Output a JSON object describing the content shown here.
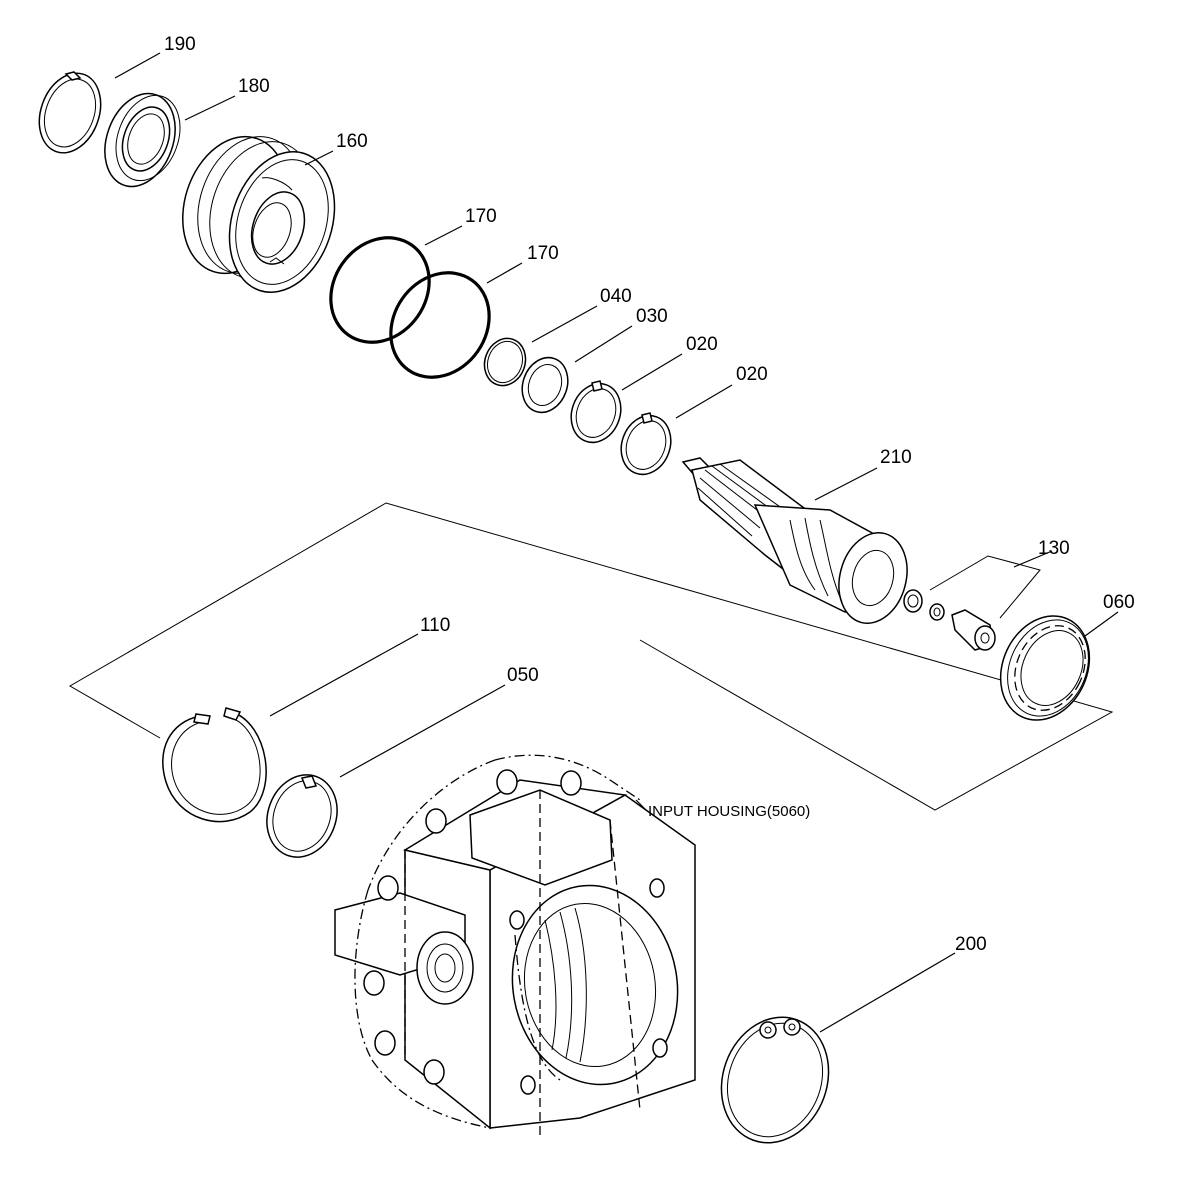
{
  "diagram": {
    "callouts": {
      "c190": "190",
      "c180": "180",
      "c160": "160",
      "c170a": "170",
      "c170b": "170",
      "c040": "040",
      "c030": "030",
      "c020a": "020",
      "c020b": "020",
      "c210": "210",
      "c130": "130",
      "c060": "060",
      "c110": "110",
      "c050": "050",
      "c200": "200"
    },
    "housing_note": "INPUT HOUSING(5060)"
  }
}
